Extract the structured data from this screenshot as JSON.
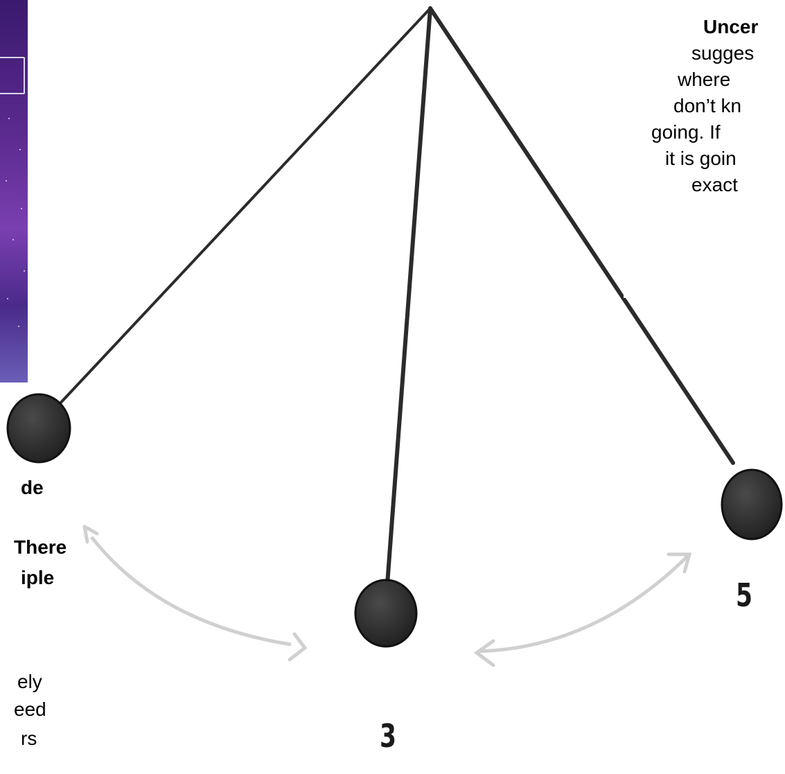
{
  "labels": {
    "middle": "3",
    "right": "5"
  },
  "right_text": {
    "title": "Uncer",
    "lines": [
      "sugges",
      "where",
      "don’t kn",
      "going. If",
      "it is goin",
      "exact"
    ]
  },
  "left_text": {
    "bold_lines": [
      "de",
      "",
      "There",
      "iple"
    ],
    "lines": [
      "ely",
      "eed",
      "rs"
    ]
  },
  "colors": {
    "string": "#2b2b2b",
    "bob": "#2e2e2e",
    "arrow": "#cfcfcf",
    "space_bg": "#4a2a8a"
  }
}
